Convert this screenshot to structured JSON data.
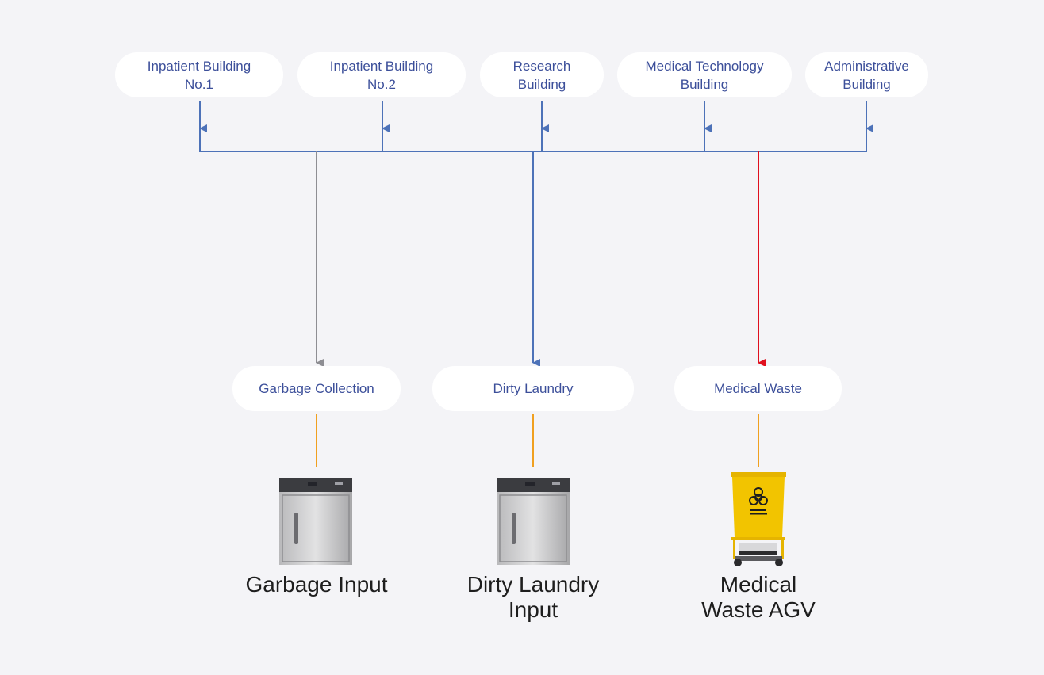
{
  "sources": [
    {
      "label": "Inpatient Building\nNo.1"
    },
    {
      "label": "Inpatient Building\nNo.2"
    },
    {
      "label": "Research\nBuilding"
    },
    {
      "label": "Medical Technology\nBuilding"
    },
    {
      "label": "Administrative\nBuilding"
    }
  ],
  "destinations": [
    {
      "label": "Garbage Collection",
      "output": "Garbage Input",
      "line_color": "#8e8e93"
    },
    {
      "label": "Dirty Laundry",
      "output": "Dirty Laundry\nInput",
      "line_color": "#4d72b8"
    },
    {
      "label": "Medical Waste",
      "output": "Medical\nWaste AGV",
      "line_color": "#e0101e"
    }
  ],
  "colors": {
    "bus": "#4d72b8",
    "connector": "#f0a020",
    "pill_text": "#3c4f9a",
    "bin_yellow": "#f2c400"
  },
  "icons": [
    "cabinet-icon",
    "cabinet-icon",
    "waste-agv-icon"
  ]
}
